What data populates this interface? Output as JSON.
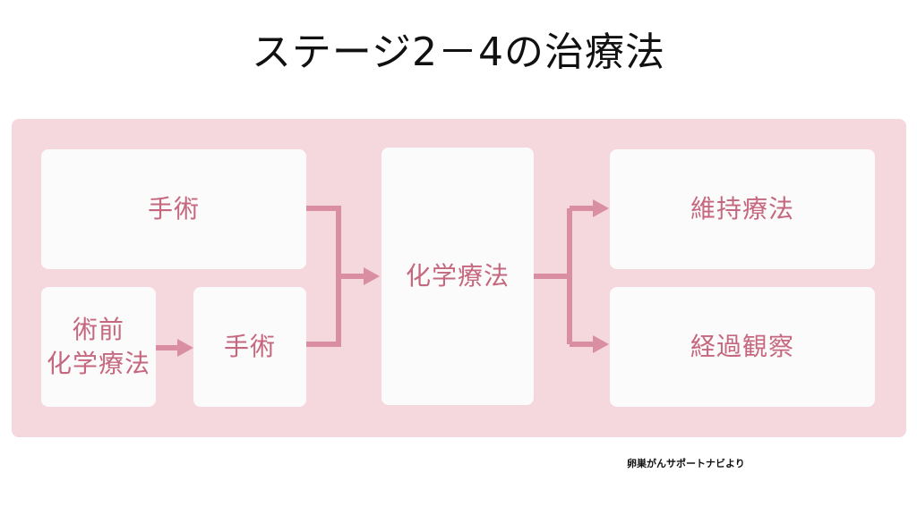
{
  "title": "ステージ2－4の治療法",
  "boxes": {
    "surgery_top": "手術",
    "neoadjuvant": "術前\n化学療法",
    "surgery_bottom": "手術",
    "chemotherapy": "化学療法",
    "maintenance": "維持療法",
    "observation": "経過観察"
  },
  "source": "卵巣がんサポートナビより",
  "colors": {
    "panel": "#f5d7de",
    "box": "#fcfbfb",
    "text": "#c5687f",
    "arrow": "#d98ea2"
  }
}
